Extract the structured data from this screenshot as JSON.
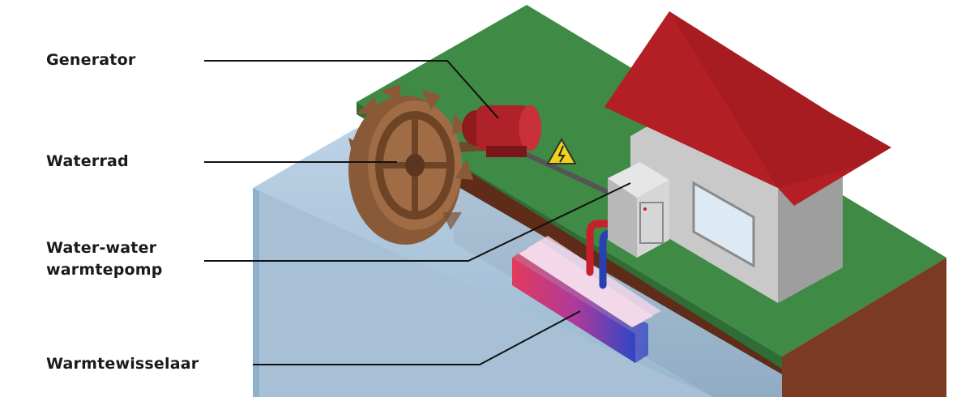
{
  "labels": {
    "generator": "Generator",
    "waterwheel": "Waterrad",
    "heat_pump_line1": "Water-water",
    "heat_pump_line2": "warmtepomp",
    "heat_exchanger": "Warmtewisselaar"
  },
  "icons": {
    "warning": "high-voltage-warning-icon"
  },
  "colors": {
    "grass": "#3f8a45",
    "grass_dark": "#2f6c36",
    "soil": "#7a3b22",
    "water": "#a9c4dc",
    "water_dark": "#8fb0cb",
    "roof": "#b31f24",
    "wall": "#c9c9c9",
    "generator": "#b0222a",
    "wheel": "#8a5a38",
    "pipe_hot": "#c8202a",
    "pipe_cold": "#2840b0",
    "warning": "#f0d21b"
  }
}
